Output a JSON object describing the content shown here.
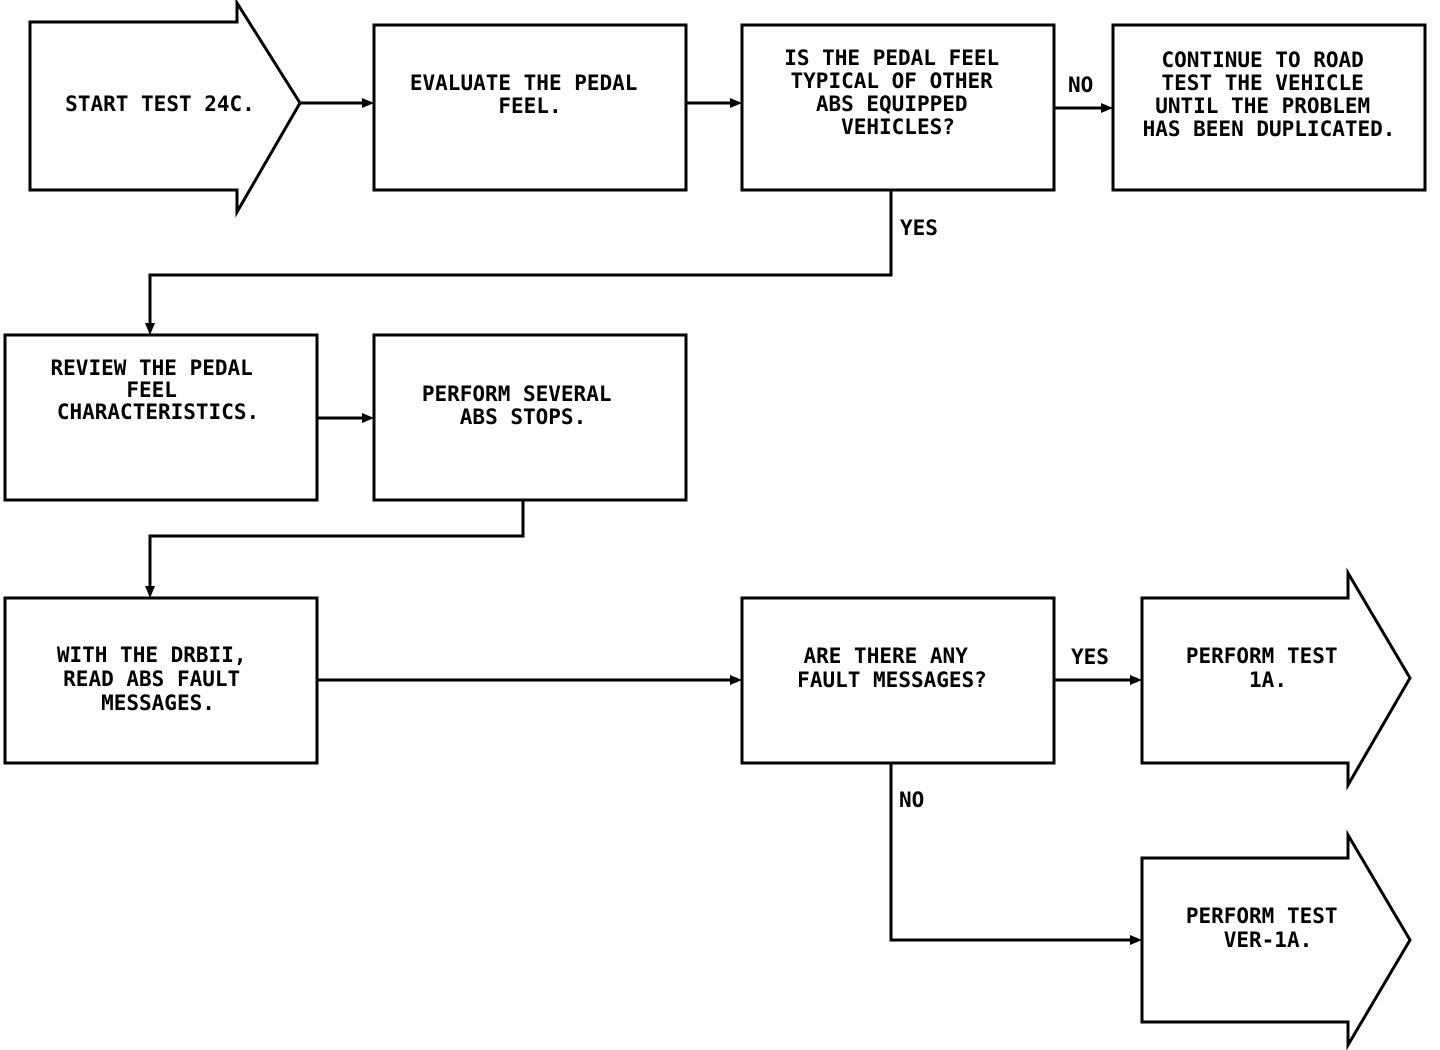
{
  "nodes": {
    "start": {
      "lines": [
        "START TEST 24C."
      ]
    },
    "evaluate": {
      "lines": [
        "EVALUATE THE PEDAL",
        "FEEL."
      ]
    },
    "question_typical": {
      "lines": [
        "IS THE PEDAL FEEL",
        "TYPICAL OF OTHER",
        "ABS EQUIPPED",
        "VEHICLES?"
      ]
    },
    "continue_road_test": {
      "lines": [
        "CONTINUE TO ROAD",
        "TEST THE VEHICLE",
        "UNTIL THE PROBLEM",
        "HAS BEEN DUPLICATED."
      ]
    },
    "review": {
      "lines": [
        "REVIEW THE PEDAL",
        "FEEL",
        "CHARACTERISTICS."
      ]
    },
    "perform_stops": {
      "lines": [
        "PERFORM SEVERAL",
        "ABS STOPS."
      ]
    },
    "read_faults": {
      "lines": [
        "WITH THE DRBII,",
        "READ ABS FAULT",
        "MESSAGES."
      ]
    },
    "question_faults": {
      "lines": [
        "ARE THERE ANY",
        "FAULT MESSAGES?"
      ]
    },
    "perform_1a": {
      "lines": [
        "PERFORM TEST",
        "1A."
      ]
    },
    "perform_ver1a": {
      "lines": [
        "PERFORM TEST",
        "VER-1A."
      ]
    }
  },
  "edges": {
    "no_1": "NO",
    "yes_1": "YES",
    "yes_2": "YES",
    "no_2": "NO"
  }
}
